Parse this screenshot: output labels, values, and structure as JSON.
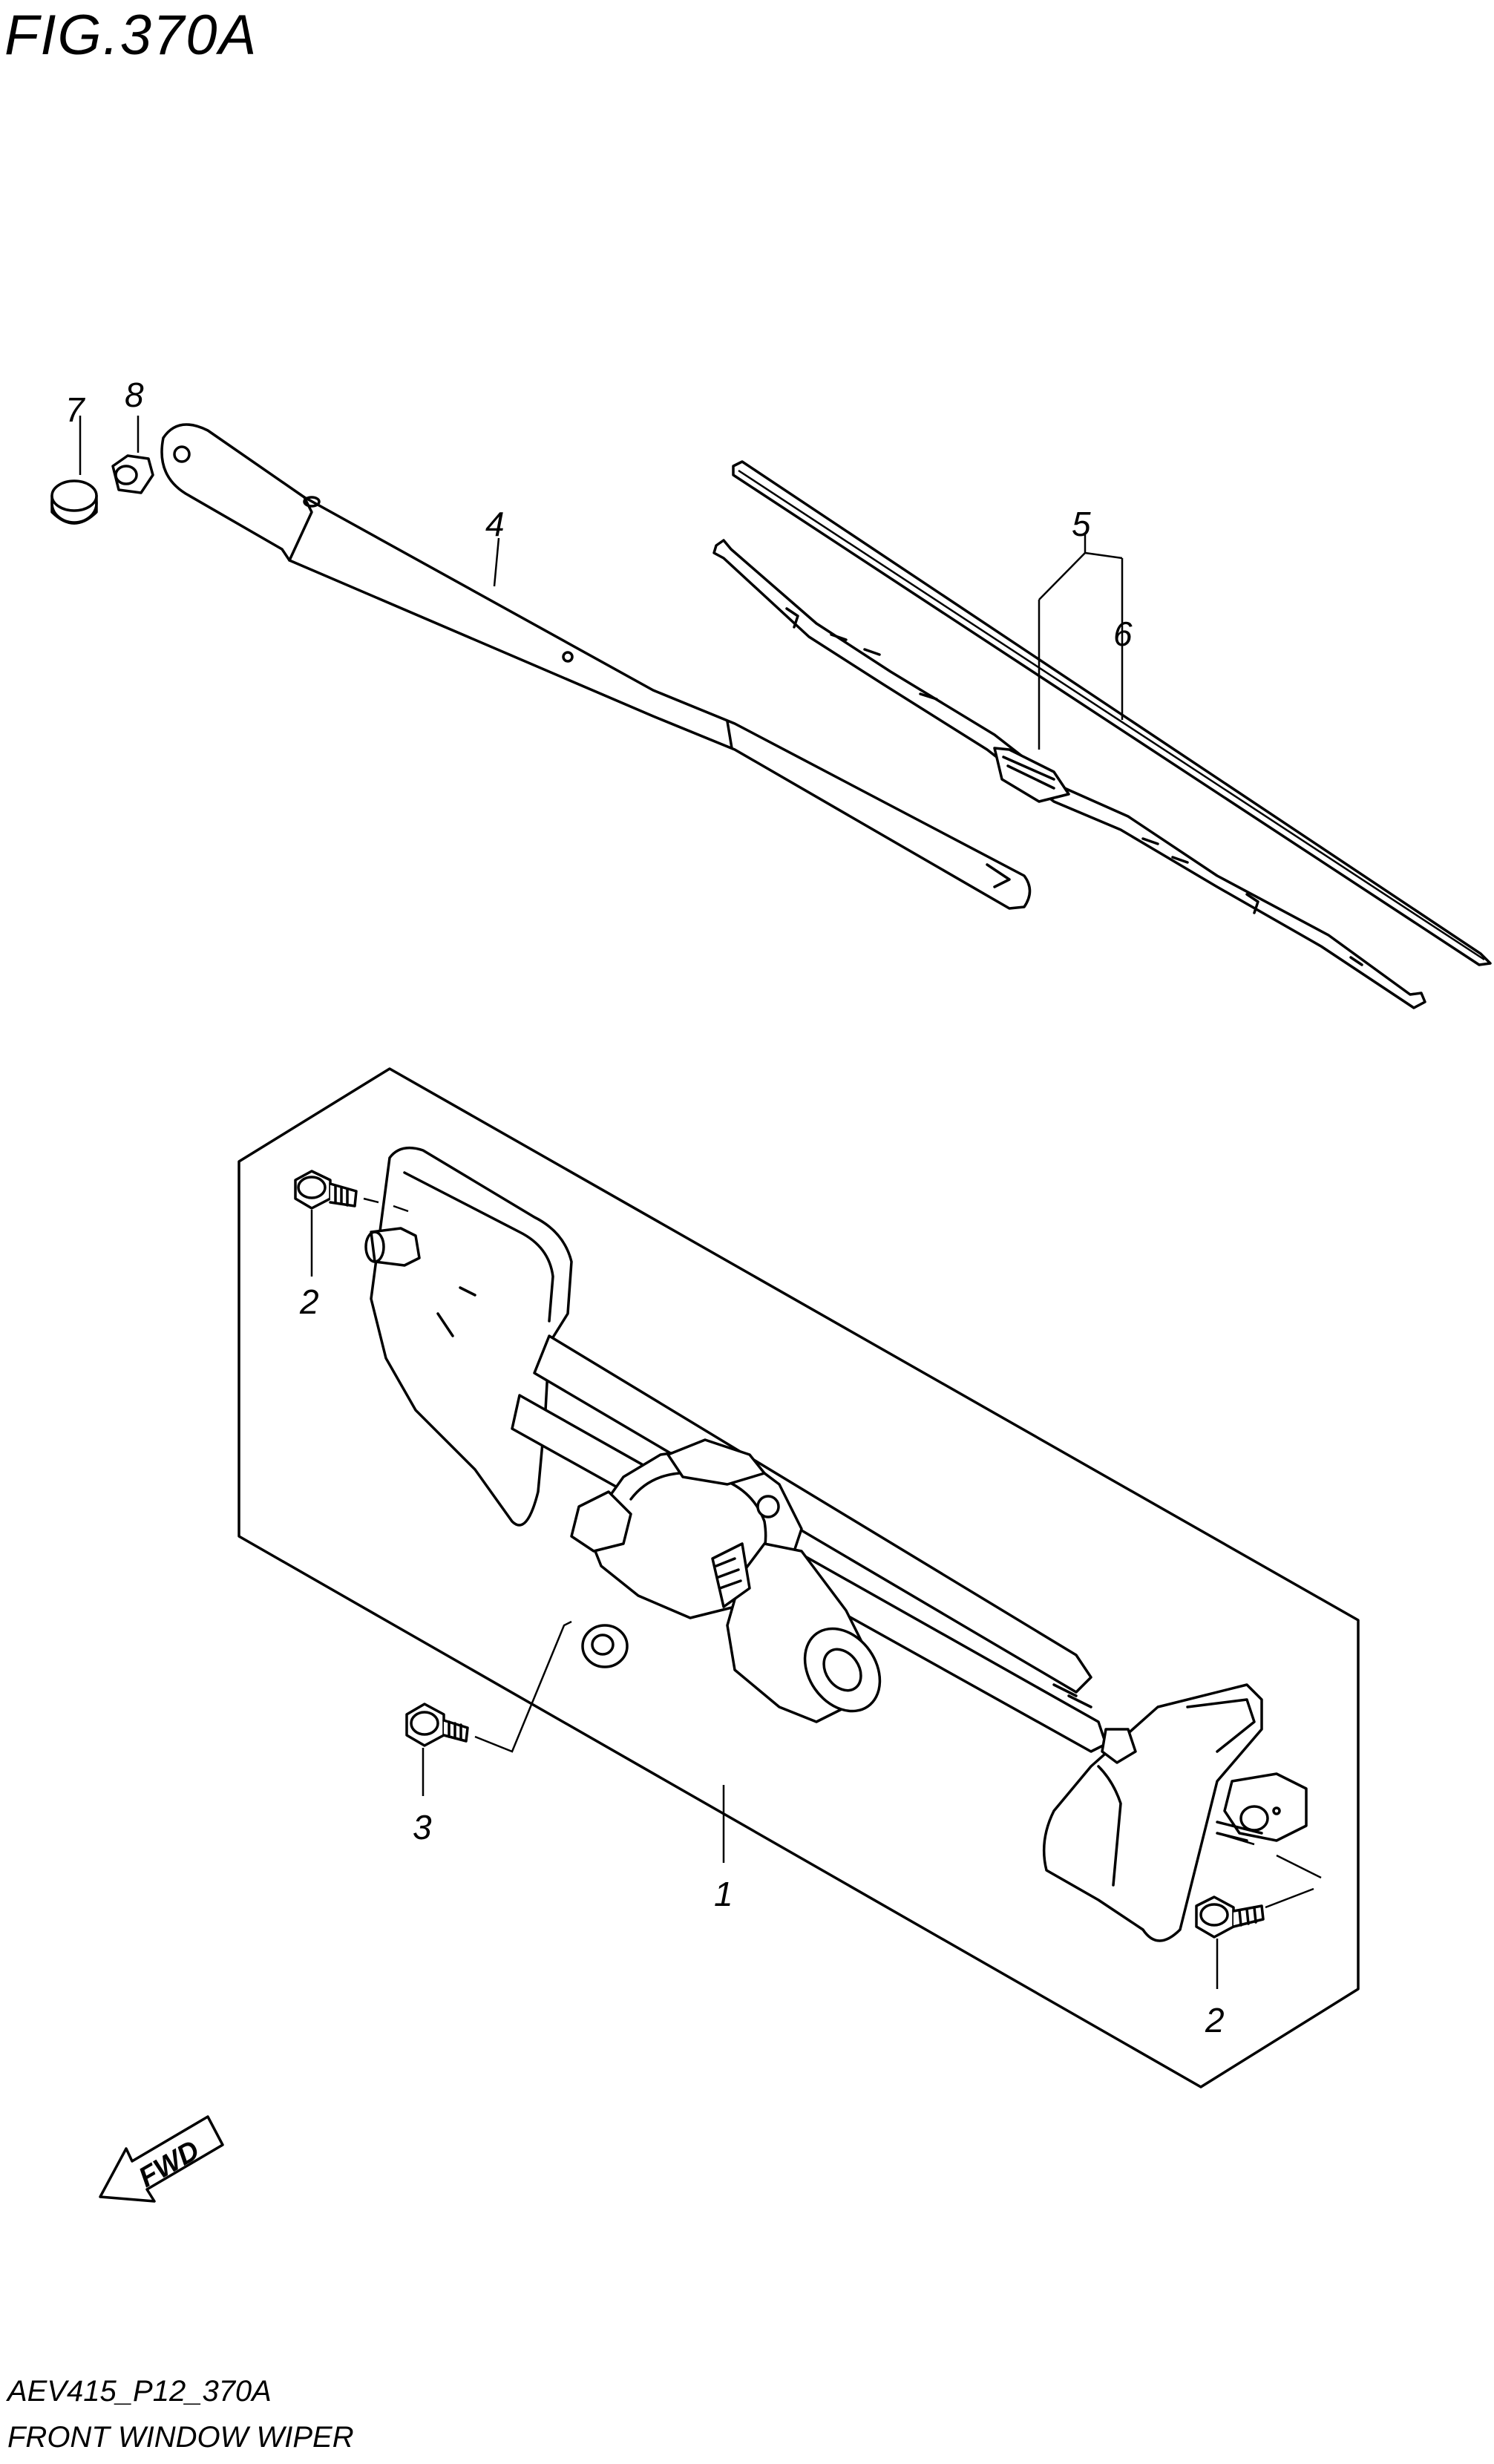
{
  "figure": {
    "title": "FIG.370A"
  },
  "footer": {
    "code": "AEV415_P12_370A",
    "caption": "FRONT WINDOW WIPER"
  },
  "callouts": [
    {
      "id": "c7",
      "label": "7"
    },
    {
      "id": "c8",
      "label": "8"
    },
    {
      "id": "c4",
      "label": "4"
    },
    {
      "id": "c5",
      "label": "5"
    },
    {
      "id": "c6",
      "label": "6"
    },
    {
      "id": "c2a",
      "label": "2"
    },
    {
      "id": "c3",
      "label": "3"
    },
    {
      "id": "c1",
      "label": "1"
    },
    {
      "id": "c2b",
      "label": "2"
    }
  ],
  "fwd": {
    "label": "FWD"
  }
}
